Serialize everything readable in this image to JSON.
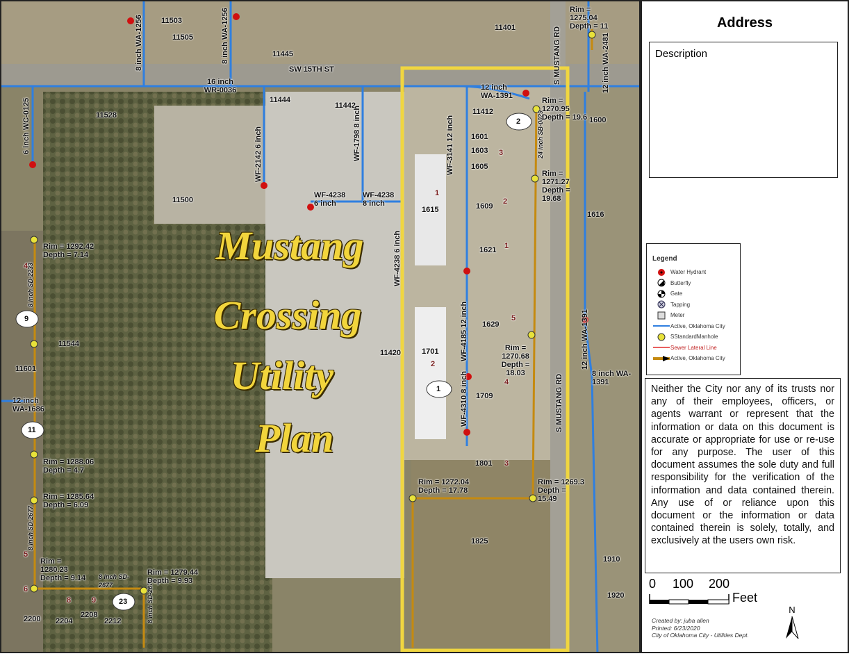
{
  "map": {
    "title_lines": [
      "Mustang",
      "Crossing",
      "Utility",
      "Plan"
    ],
    "streets": [
      "SW 15TH ST",
      "S MUSTANG RD",
      "S MUSTANG RD"
    ],
    "parcels": [
      "11503",
      "11505",
      "11401",
      "11445",
      "11528",
      "11444",
      "11442",
      "11412",
      "1601",
      "1603",
      "1605",
      "1600",
      "11500",
      "1615",
      "1609",
      "1616",
      "1621",
      "1629",
      "11544",
      "1701",
      "11420",
      "1709",
      "11601",
      "1801",
      "1825",
      "1910",
      "1920",
      "2200",
      "2204",
      "2208",
      "2212"
    ],
    "pipes": [
      "8 inch WA-1256",
      "8 inch WA-1256",
      "16 inch WR-0036",
      "6 inch WC-0125",
      "WF-2142 6 inch",
      "WF-1798 8 inch",
      "WF-4238 6 inch",
      "WF-4238 8 inch",
      "WF-3141 12 inch",
      "12 inch WA-1391",
      "WF-4238 6 inch",
      "WF-4185 12 inch",
      "WF-4310 8 inch",
      "12 inch WA-1391",
      "8 inch WA-1391",
      "12 inch WA-1686",
      "12 inch WA-2481"
    ],
    "sewers": [
      "24 inch SB-0029",
      "8 inch SD-2233",
      "8 inch SD-2677",
      "8 inch SD-2677",
      "8 inch SD-2677"
    ],
    "manholes": [
      "Rim = 1275.04 Depth = 11",
      "Rim = 1270.95 Depth = 19.6",
      "Rim = 1271.27 Depth = 19.68",
      "Rim = 1270.68 Depth = 18.03",
      "Rim = 1272.04 Depth = 17.78",
      "Rim = 1269.3 Depth = 15.49",
      "Rim = 1292.42 Depth = 7.14",
      "Rim = 1288.06 Depth = 4.7",
      "Rim = 1285.64 Depth = 6.09",
      "Rim = 1280.23 Depth = 9.14",
      "Rim = 1279.44 Depth = 9.93"
    ],
    "circles": [
      "2",
      "1",
      "9",
      "11",
      "23"
    ],
    "lot_numbers": [
      "3",
      "1",
      "2",
      "1",
      "5",
      "2",
      "4",
      "3",
      "4",
      "5",
      "6",
      "8",
      "9"
    ]
  },
  "panel": {
    "heading": "Address",
    "description_label": "Description",
    "legend": {
      "title": "Legend",
      "items": [
        "Water Hydrant",
        "Butterfly",
        "Gate",
        "Tapping",
        "Meter",
        "Active, Oklahoma City",
        "SStandardManhole",
        "Sewer Lateral Line",
        "Active, Oklahoma City"
      ]
    },
    "disclaimer": "Neither the City nor any of its trusts nor any of their employees, officers, or agents warrant or represent that the information or data on this document is accurate or appropriate for use or re-use for any purpose. The user of this document assumes the sole duty and full responsibility for the verification of the information and data contained therein. Any use of or reliance upon this document or the information or data contained therein is solely, totally, and exclusively at the users own risk.",
    "scale": {
      "ticks": [
        "0",
        "100",
        "200"
      ],
      "unit": "Feet"
    },
    "north": "N",
    "credits": [
      "Created by: juba allen",
      "Printed: 6/23/2020",
      "City of Oklahoma City - Utilities Dept."
    ]
  },
  "colors": {
    "water": "#2f7fe0",
    "sewer": "#c58a10",
    "highlight": "#f0d640",
    "hydrant": "#d01010",
    "title": "#f2d53c"
  }
}
